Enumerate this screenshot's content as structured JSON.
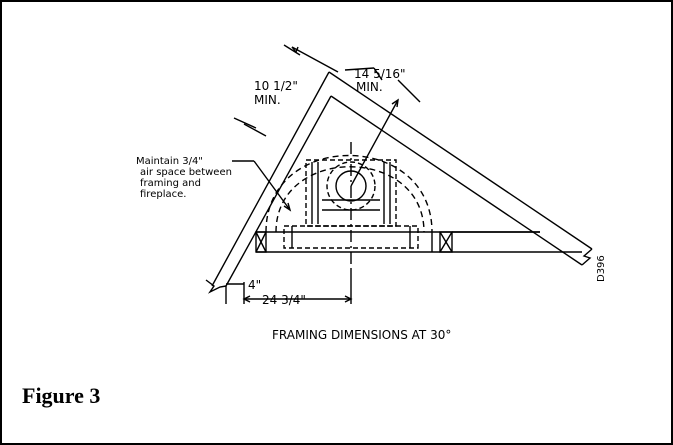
{
  "figure": {
    "label": "Figure 3",
    "drawing_id": "D396",
    "title": "FRAMING DIMENSIONS AT 30°"
  },
  "dimensions": {
    "left_clearance": "10 1/2\"",
    "left_clearance_note": "MIN.",
    "right_clearance": "14 5/16\"",
    "right_clearance_note": "MIN.",
    "offset": "4\"",
    "width": "24 3/4\""
  },
  "note": {
    "line1": "Maintain 3/4\"",
    "line2": "air space between",
    "line3": "framing and",
    "line4": "fireplace."
  }
}
